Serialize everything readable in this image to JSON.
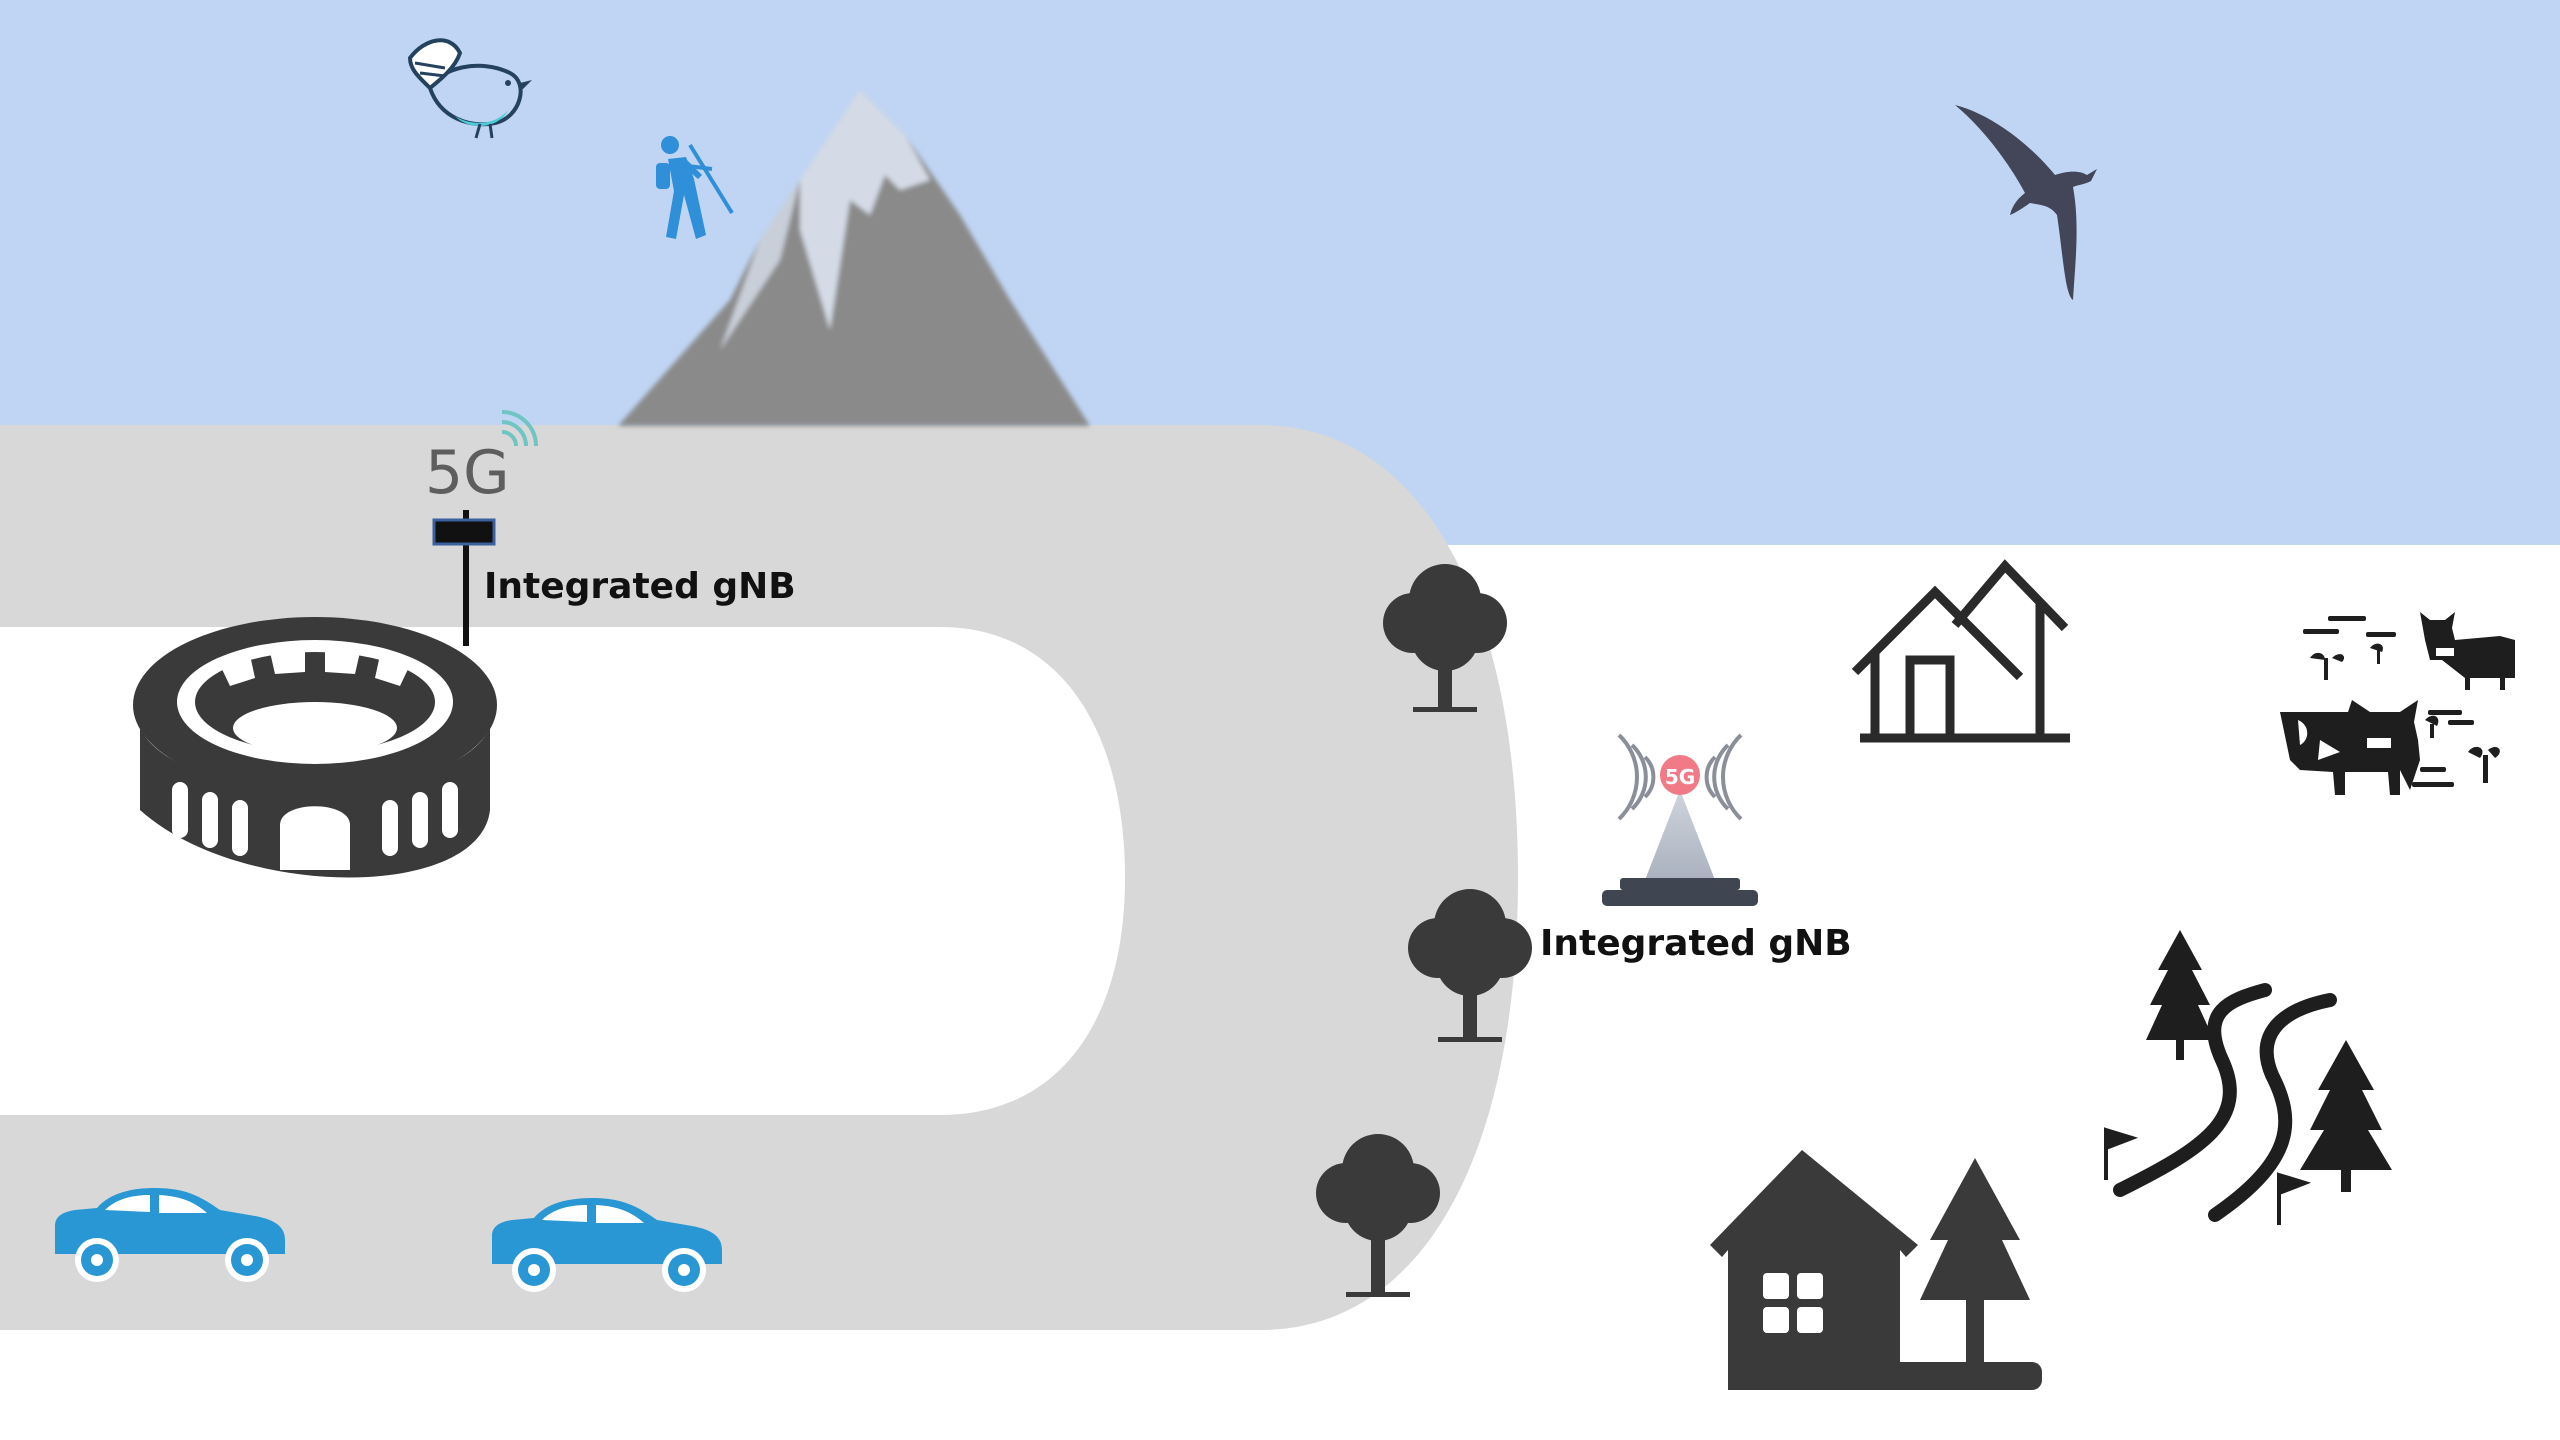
{
  "colors": {
    "sky": "#c0d5f4",
    "road": "#d8d8d8",
    "ground": "#ffffff",
    "mountain": "#8a8a8a",
    "icon_dark": "#3a3a3a",
    "car_blue": "#2997d4",
    "hiker_blue": "#2f8fd8",
    "antenna_5g": "#f07a86",
    "bird_outline": "#24425e",
    "bird_belly": "#4ecbd8"
  },
  "icons": {
    "small_bird": "bird-outline-icon",
    "hiker": "hiker-icon",
    "mountain": "mountain-icon",
    "seabird": "seabird-silhouette-icon",
    "stadium": "stadium-icon",
    "gnb_mast": "5g-mast-icon",
    "tower": "5g-tower-icon",
    "tree": "tree-icon",
    "houses": "houses-icon",
    "farm": "cows-farm-icon",
    "forest_path": "forest-trail-icon",
    "cabin": "cabin-with-pine-icon",
    "car": "car-icon"
  },
  "mast": {
    "badge": "5G",
    "label": "Integrated gNB"
  },
  "tower": {
    "badge": "5G",
    "label": "Integrated gNB"
  }
}
